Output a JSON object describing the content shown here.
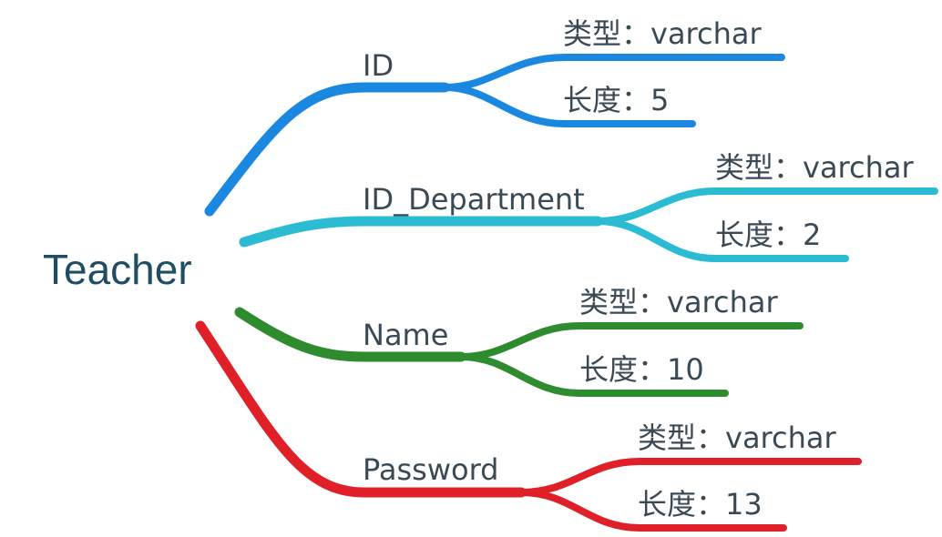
{
  "root": {
    "label": "Teacher"
  },
  "branches": [
    {
      "label": "ID",
      "color": "#1a87e0",
      "children": [
        {
          "label": "类型：varchar"
        },
        {
          "label": "长度：5"
        }
      ]
    },
    {
      "label": "ID_Department",
      "color": "#2bbcd4",
      "children": [
        {
          "label": "类型：varchar"
        },
        {
          "label": "长度：2"
        }
      ]
    },
    {
      "label": "Name",
      "color": "#2e8b2e",
      "children": [
        {
          "label": "类型：varchar"
        },
        {
          "label": "长度：10"
        }
      ]
    },
    {
      "label": "Password",
      "color": "#e02028",
      "children": [
        {
          "label": "类型：varchar"
        },
        {
          "label": "长度：13"
        }
      ]
    }
  ]
}
